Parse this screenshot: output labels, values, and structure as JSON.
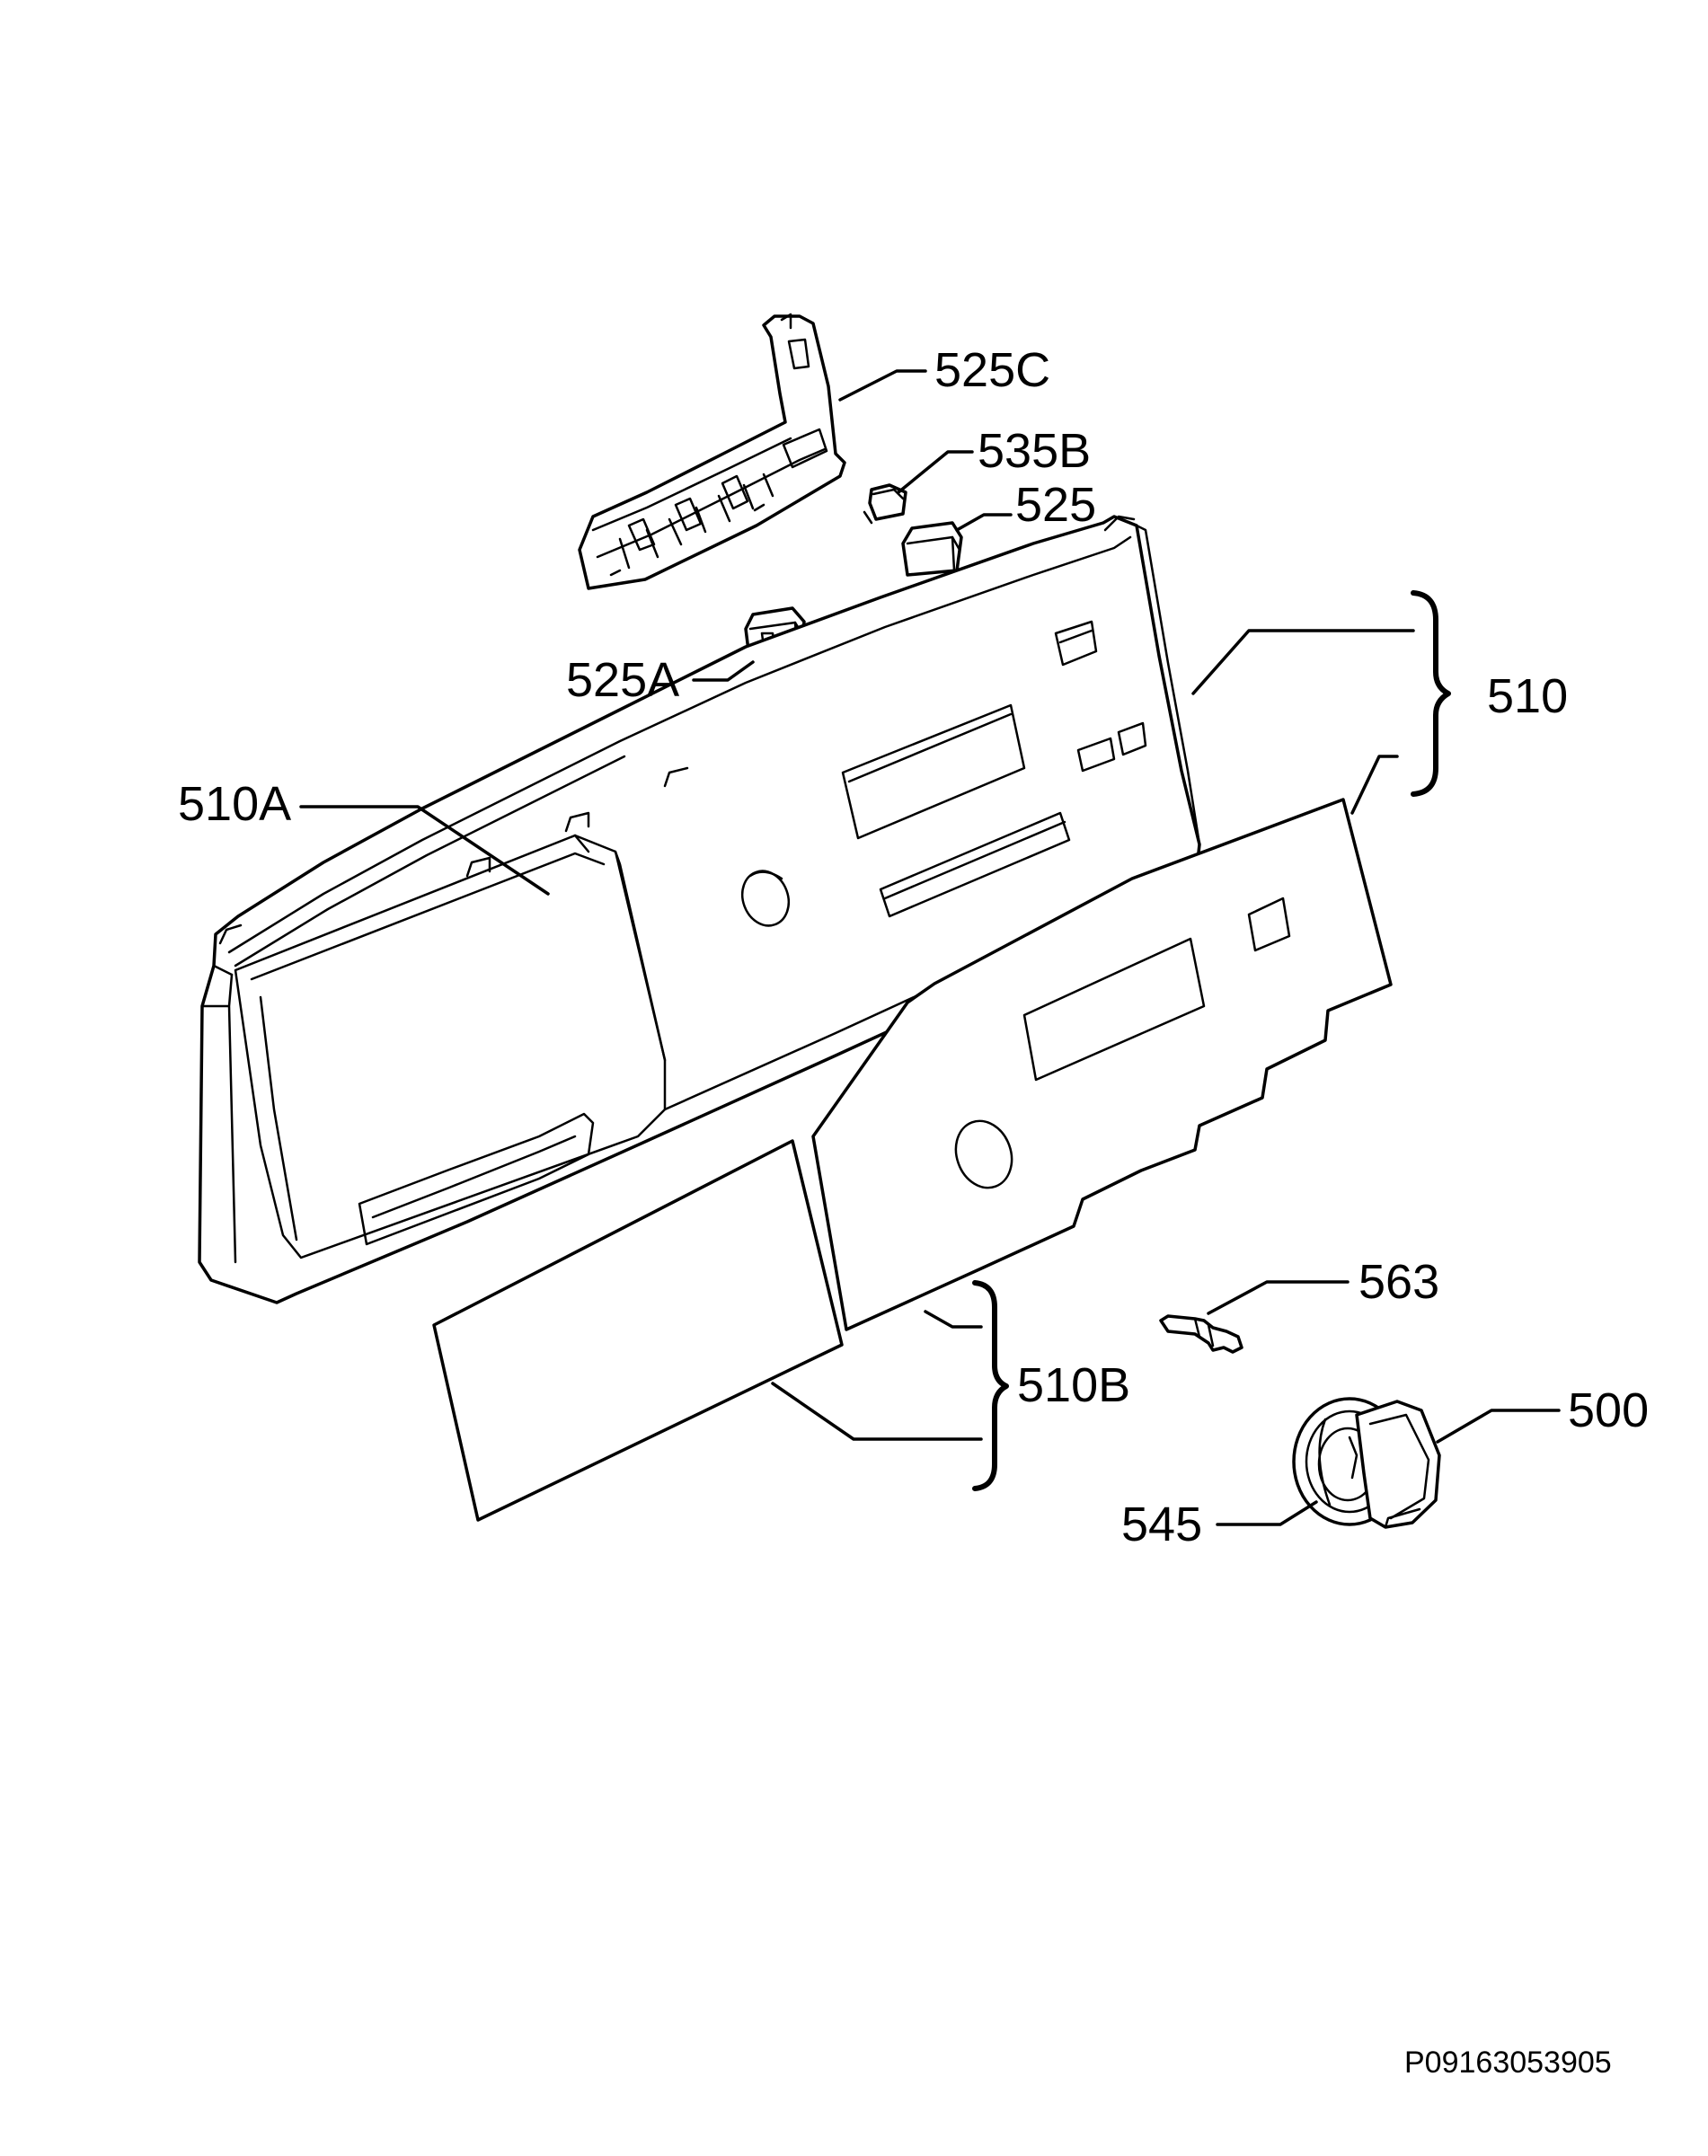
{
  "callouts": {
    "c525c": "525C",
    "c535b": "535B",
    "c525": "525",
    "c525a": "525A",
    "c510": "510",
    "c510a": "510A",
    "c563": "563",
    "c510b": "510B",
    "c500": "500",
    "c545": "545"
  },
  "document_code": "P09163053905"
}
